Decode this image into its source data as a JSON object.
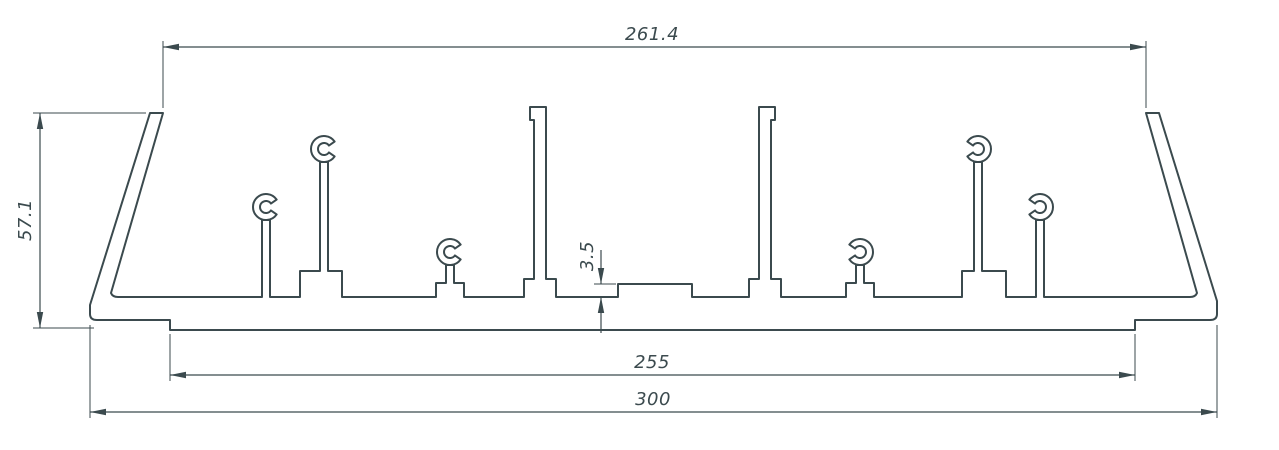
{
  "dimensions": {
    "top_width": "261.4",
    "overall_height": "57.1",
    "pad_height": "3.5",
    "inner_bottom_width": "255",
    "overall_width": "300"
  },
  "colors": {
    "line": "#3b4a4e",
    "background": "#ffffff"
  }
}
